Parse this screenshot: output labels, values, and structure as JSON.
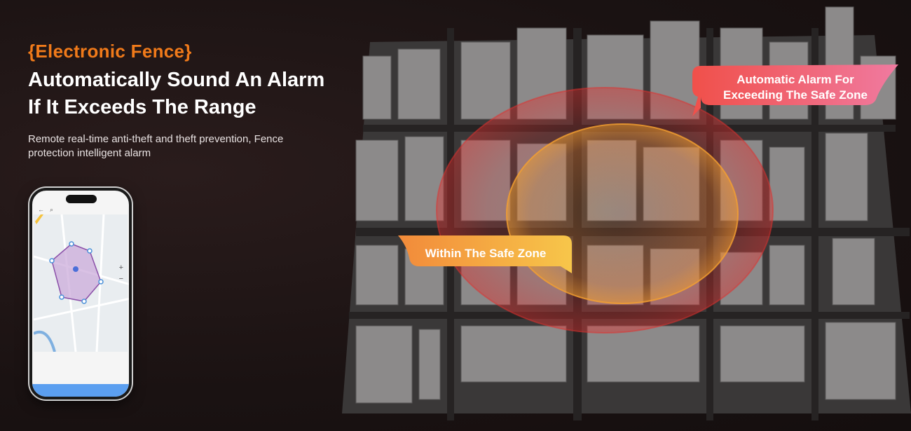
{
  "headline": {
    "tag": "{Electronic Fence}",
    "title_line1": "Automatically Sound An Alarm",
    "title_line2": "If It Exceeds The Range",
    "subtitle": "Remote real-time anti-theft and theft prevention, Fence protection intelligent alarm"
  },
  "phone": {
    "zoom_in": "+",
    "zoom_out": "−"
  },
  "callouts": {
    "outside_line1": "Automatic Alarm For",
    "outside_line2": "Exceeding The Safe Zone",
    "inside": "Within The Safe Zone"
  },
  "colors": {
    "accent_orange": "#f07a1a",
    "alarm_pink": "#f0506e",
    "safe_yellow": "#f5c23c",
    "fence_purple": "#8a4fa8"
  }
}
